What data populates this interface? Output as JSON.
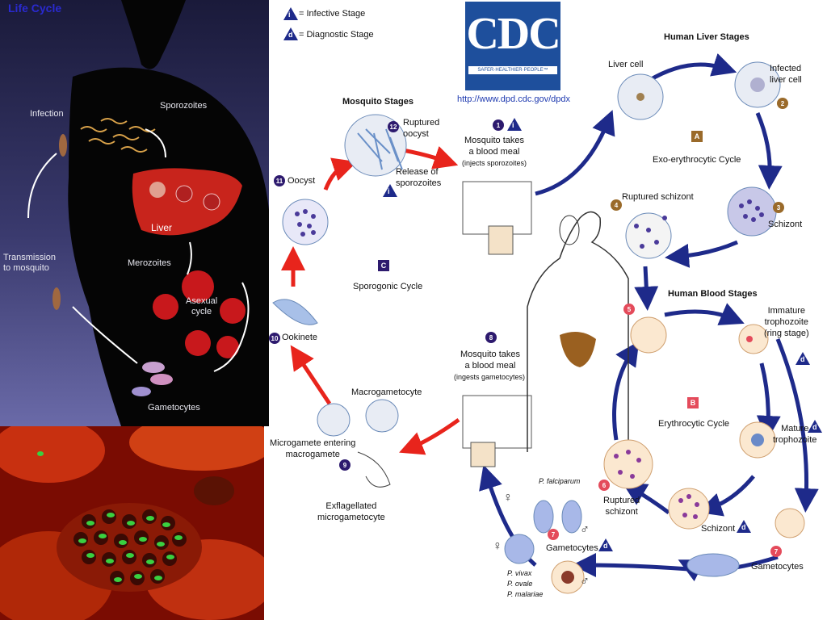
{
  "left_panel": {
    "title": "Life Cycle",
    "labels": {
      "infection": "Infection",
      "sporozoites": "Sporozoites",
      "liver": "Liver",
      "merozoites": "Merozoites",
      "asexual_cycle": "Asexual\ncycle",
      "transmission": "Transmission\nto mosquito",
      "gametocytes": "Gametocytes"
    }
  },
  "legend": {
    "infective_stage": "= Infective Stage",
    "diagnostic_stage": "= Diagnostic Stage",
    "infective_symbol": "i",
    "diagnostic_symbol": "d"
  },
  "logo": {
    "text": "CDC",
    "tagline": "SAFER·HEALTHIER·PEOPLE™",
    "url": "http://www.dpd.cdc.gov/dpdx"
  },
  "sections": {
    "mosquito_stages": "Mosquito Stages",
    "human_liver_stages": "Human Liver Stages",
    "human_blood_stages": "Human Blood Stages",
    "sporogonic_cycle": "Sporogonic Cycle",
    "exo_erythrocytic_cycle": "Exo-erythrocytic Cycle",
    "erythrocytic_cycle": "Erythrocytic Cycle",
    "cycle_a": "A",
    "cycle_b": "B",
    "cycle_c": "C"
  },
  "stages": {
    "s1": {
      "num": "1",
      "text": "Mosquito takes\na blood meal",
      "sub": "(injects sporozoites)"
    },
    "s2": {
      "num": "2",
      "text": "Infected\nliver cell"
    },
    "liver_cell": "Liver cell",
    "s3": {
      "num": "3",
      "text": "Schizont"
    },
    "s4": {
      "num": "4",
      "text": "Ruptured schizont"
    },
    "s5": {
      "num": "5"
    },
    "immature": "Immature\ntrophozoite\n(ring stage)",
    "mature": "Mature\ntrophozoite",
    "s6": {
      "num": "6",
      "text": "Ruptured\nschizont"
    },
    "schizont_b": "Schizont",
    "s7": {
      "num": "7",
      "text": "Gametocytes"
    },
    "gametocytes_right": "Gametocytes",
    "s8": {
      "num": "8",
      "text": "Mosquito takes\na blood meal",
      "sub": "(ingests gametocytes)"
    },
    "s9": {
      "num": "9",
      "text": "Microgamete entering\nmacrogamete"
    },
    "macrogametocyte": "Macrogametocyte",
    "exflagellated": "Exflagellated\nmicrogametocyte",
    "s10": {
      "num": "10",
      "text": "Ookinete"
    },
    "s11": {
      "num": "11",
      "text": "Oocyst"
    },
    "s12": {
      "num": "12",
      "text": "Ruptured\noocyst"
    },
    "release": "Release of\nsporozoites",
    "p_falciparum": "P. falciparum",
    "p_species": "P. vivax\nP. ovale\nP. malariae",
    "female": "♀",
    "male": "♂"
  },
  "colors": {
    "navy_arrow": "#1e2a8a",
    "red_arrow": "#e8241c",
    "cdc_blue": "#1e4f9c"
  }
}
